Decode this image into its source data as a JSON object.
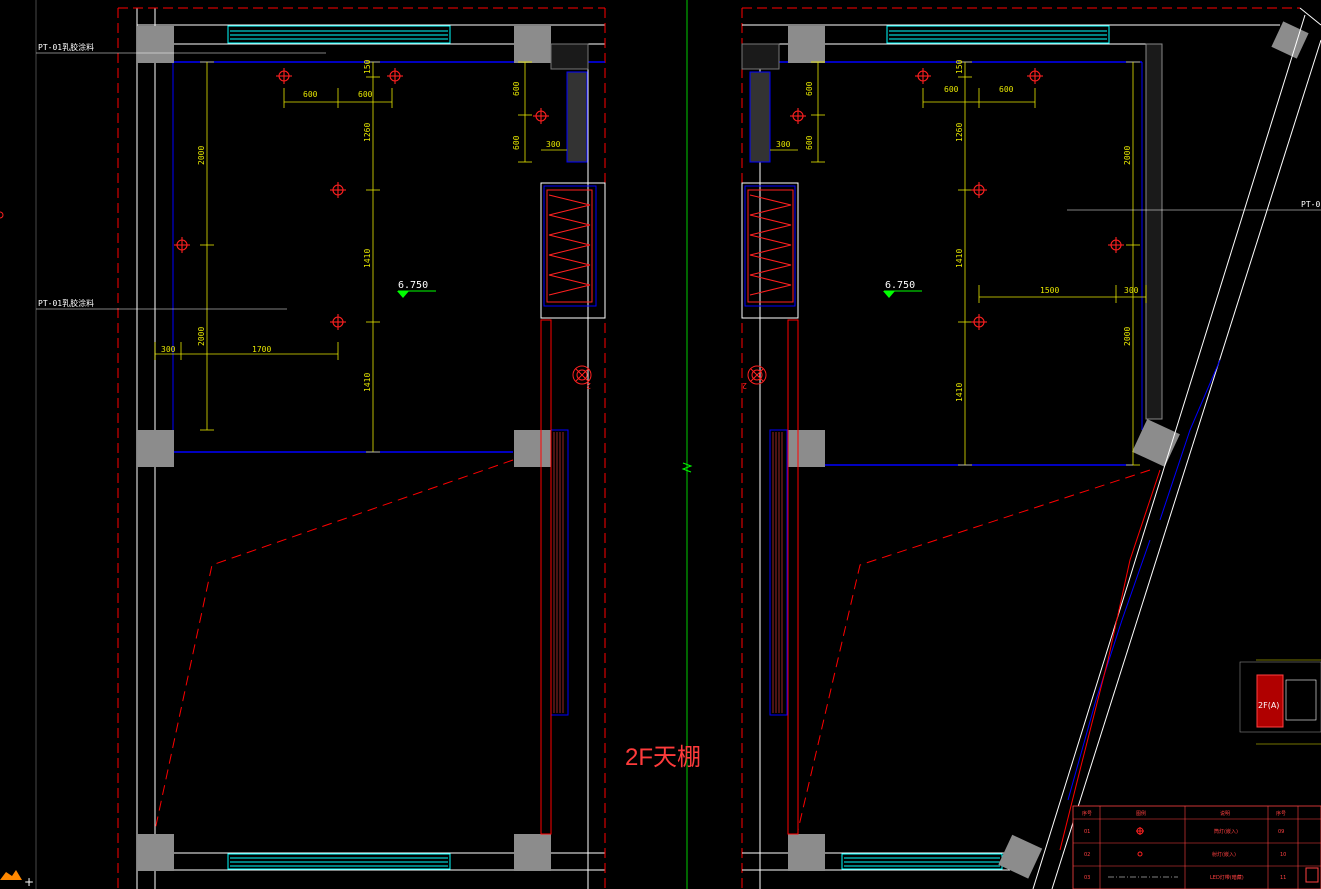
{
  "drawing": {
    "title": "2F天棚",
    "level": "6.750",
    "material_note": "PT-01乳胶涂料",
    "material_note_right": "PT-0",
    "section_tag": "2"
  },
  "left_plan": {
    "dims": {
      "top_a": "600",
      "top_b": "600",
      "side_150": "150",
      "v1260": "1260",
      "v1410a": "1410",
      "v1410b": "1410",
      "v2000a": "2000",
      "v2000b": "2000",
      "h300": "300",
      "h1700": "1700",
      "r600a": "600",
      "r600b": "600",
      "r300": "300"
    }
  },
  "right_plan": {
    "dims": {
      "top_a": "600",
      "top_b": "600",
      "side_150": "150",
      "v1260": "1260",
      "v1410a": "1410",
      "v1410b": "1410",
      "v2000a": "2000",
      "v2000b": "2000",
      "h1500": "1500",
      "h300": "300",
      "l600a": "600",
      "l600b": "600",
      "l300": "300"
    }
  },
  "key_plan": {
    "label": "2F(A)"
  },
  "legend_table": {
    "headers": [
      "序号",
      "图例",
      "说明",
      "序号"
    ],
    "rows": [
      {
        "no": "01",
        "desc": "筒灯(嵌入)",
        "no2": "09"
      },
      {
        "no": "02",
        "desc": "射灯(嵌入)",
        "no2": "10"
      },
      {
        "no": "03",
        "desc": "LED灯带(暗藏)",
        "no2": "11"
      }
    ]
  },
  "colors": {
    "background": "#000000",
    "wall": "#ffffff",
    "ceiling_line": "#0000ff",
    "dimension": "#e6e600",
    "fixture": "#ff2020",
    "column": "#8c8c8c",
    "boundary": "#ff0000",
    "level_marker": "#00ff00",
    "window": "#00ffff",
    "center_axis": "#00ff00"
  }
}
